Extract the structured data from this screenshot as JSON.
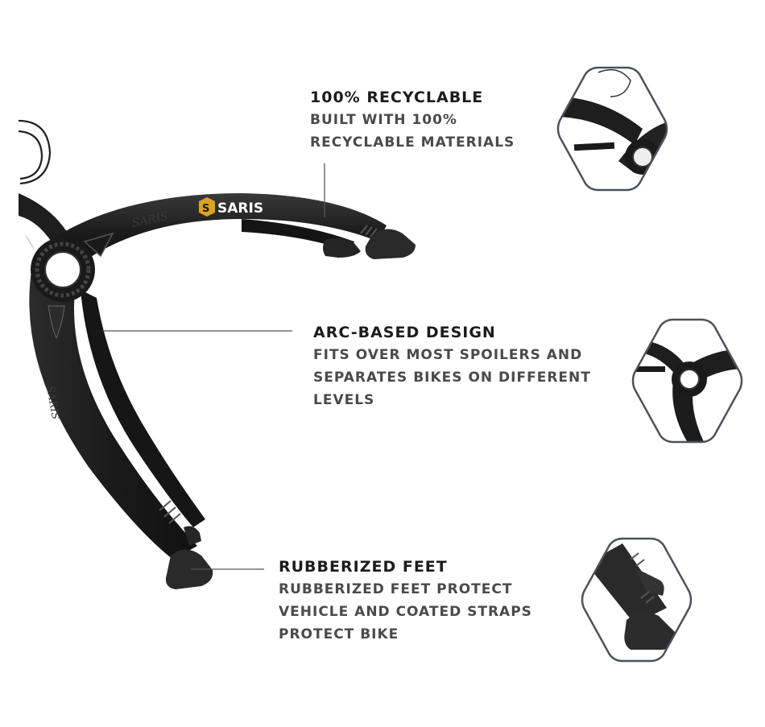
{
  "brand": {
    "logo_text": "SARIS",
    "logo_color": "#d9a521",
    "embossed_text": "SARIS"
  },
  "features": [
    {
      "title": "100% RECYCLABLE",
      "lines": [
        "BUILT WITH 100%",
        "RECYCLABLE MATERIALS"
      ],
      "thumbnail": "hub-clamp-closeup"
    },
    {
      "title": "ARC-BASED DESIGN",
      "lines": [
        "FITS OVER MOST SPOILERS AND",
        "SEPARATES BIKES ON DIFFERENT",
        "LEVELS"
      ],
      "thumbnail": "arc-hub-closeup"
    },
    {
      "title": "RUBBERIZED FEET",
      "lines": [
        "RUBBERIZED FEET PROTECT",
        "VEHICLE AND COATED STRAPS",
        "PROTECT BIKE"
      ],
      "thumbnail": "rubber-feet-closeup"
    }
  ],
  "colors": {
    "title": "#1c1c1c",
    "body": "#4a4a4a",
    "rack": "#1e1e1e",
    "hex_border": "#4e5258",
    "leader_line": "#555555"
  }
}
